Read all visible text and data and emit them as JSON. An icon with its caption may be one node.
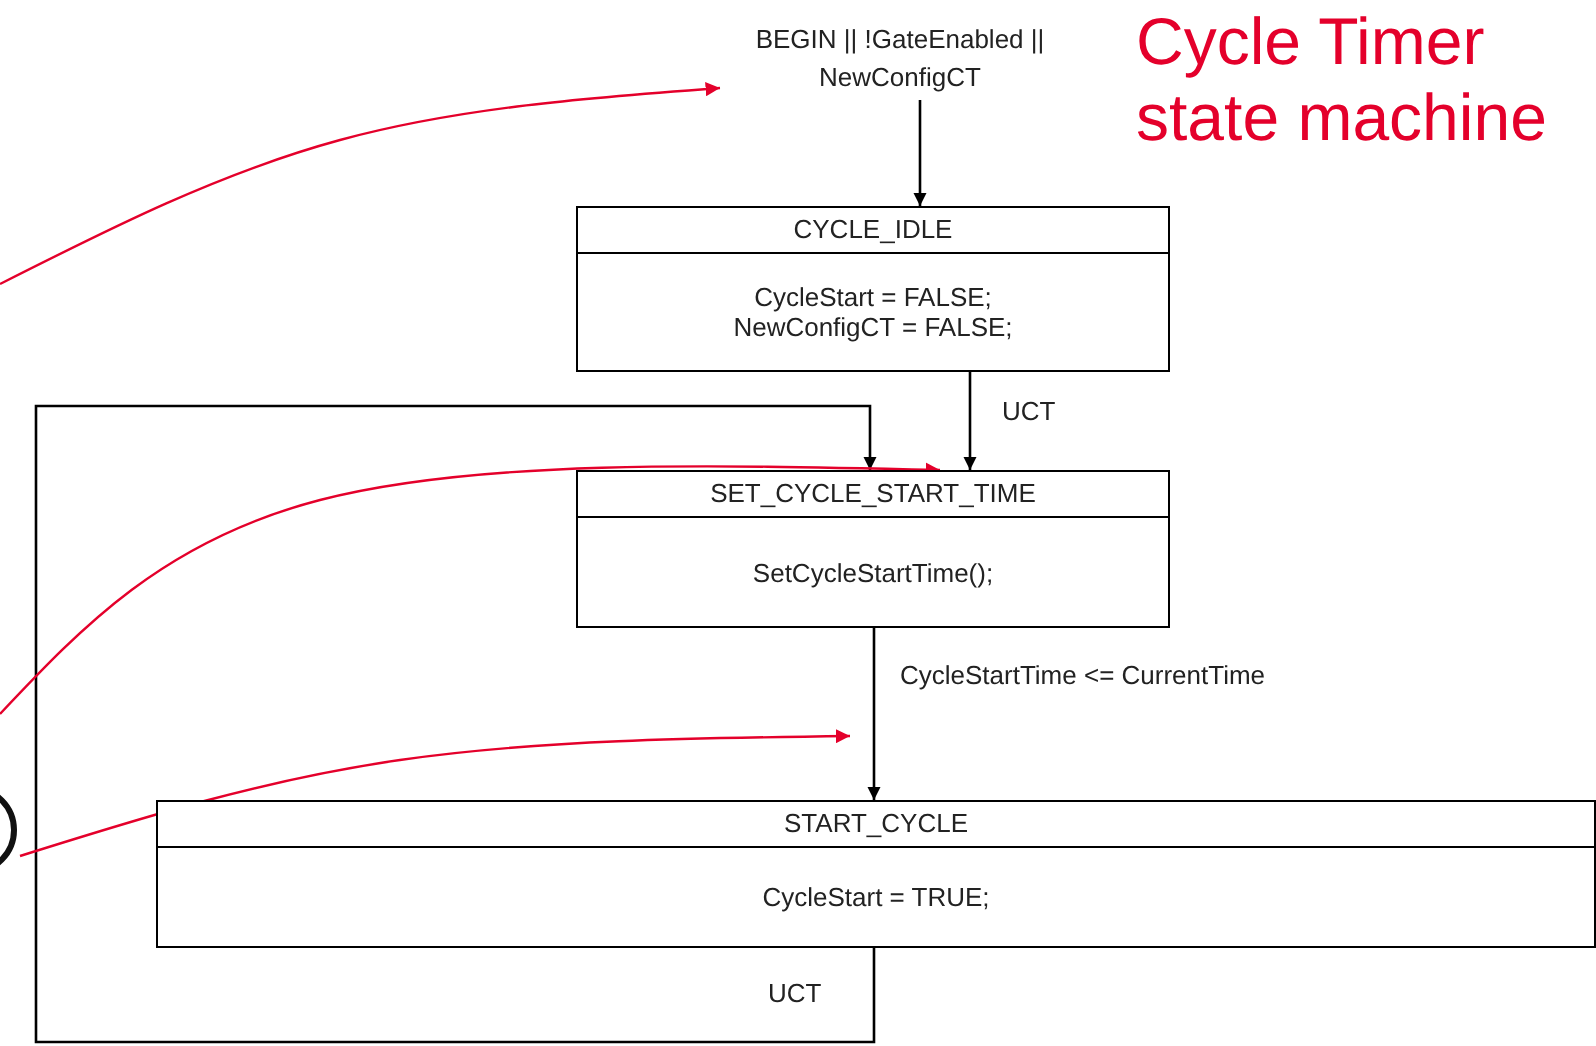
{
  "diagram": {
    "title": "Cycle Timer state machine",
    "nodes": [
      {
        "text": [
          "BEGIN || !GateEnabled || NewConfigCT"
        ]
      },
      {
        "text": [
          "CYCLE_IDLE",
          "CycleStart = FALSE; NewConfigCT = FALSE;"
        ]
      },
      {
        "text": [
          "SET_CYCLE_START_TIME",
          "SetCycleStartTime();"
        ]
      },
      {
        "text": [
          "START_CYCLE",
          "CycleStart = TRUE;"
        ]
      },
      {
        "text": [],
        "shape": "circle"
      }
    ],
    "edges": [
      {
        "from": 0,
        "to": 1,
        "arrow": "to"
      },
      {
        "from": 1,
        "to": 2,
        "arrow": "to",
        "label": "UCT"
      },
      {
        "from": 2,
        "to": 3,
        "arrow": "to",
        "label": "CycleStartTime <= CurrentTime"
      },
      {
        "from": 3,
        "to": 2,
        "arrow": "to",
        "label": "UCT"
      },
      {
        "from": null,
        "to": 0,
        "arrow": "to",
        "color": "#e4002b"
      },
      {
        "from": null,
        "to": 2,
        "arrow": "to",
        "color": "#e4002b"
      },
      {
        "from": 4,
        "to": null,
        "arrow": "to",
        "color": "#e4002b"
      }
    ]
  }
}
